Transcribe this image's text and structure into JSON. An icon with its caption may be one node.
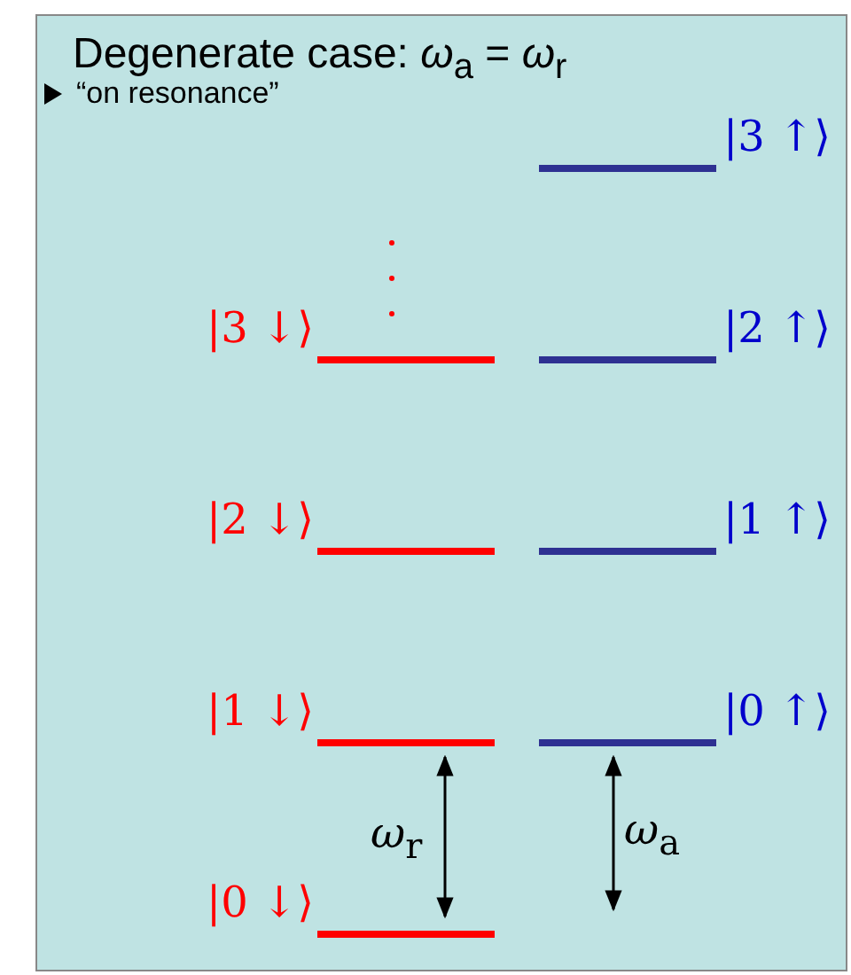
{
  "diagram": {
    "title": "Degenerate case: *ω*$_{a}$ = *ω*$_{r}$",
    "nodes": [
      {
        "text": [
          "|3 ↑⟩"
        ]
      },
      {
        "text": [
          "|3 ↓⟩"
        ]
      },
      {
        "text": [
          "|2 ↑⟩"
        ]
      },
      {
        "text": [
          "|2 ↓⟩"
        ]
      },
      {
        "text": [
          "|1 ↑⟩"
        ]
      },
      {
        "text": [
          "|1 ↓⟩"
        ]
      },
      {
        "text": [
          "|0 ↑⟩"
        ]
      },
      {
        "text": [
          "|0 ↓⟩"
        ]
      }
    ],
    "edges": [
      {
        "from": 5,
        "to": 7,
        "arrow": "both",
        "label": "*ω*$_{r}$"
      },
      {
        "from": 6,
        "to": null,
        "arrow": "both",
        "label": "*ω*$_{a}$"
      }
    ],
    "labels": [
      "“on resonance”"
    ]
  }
}
